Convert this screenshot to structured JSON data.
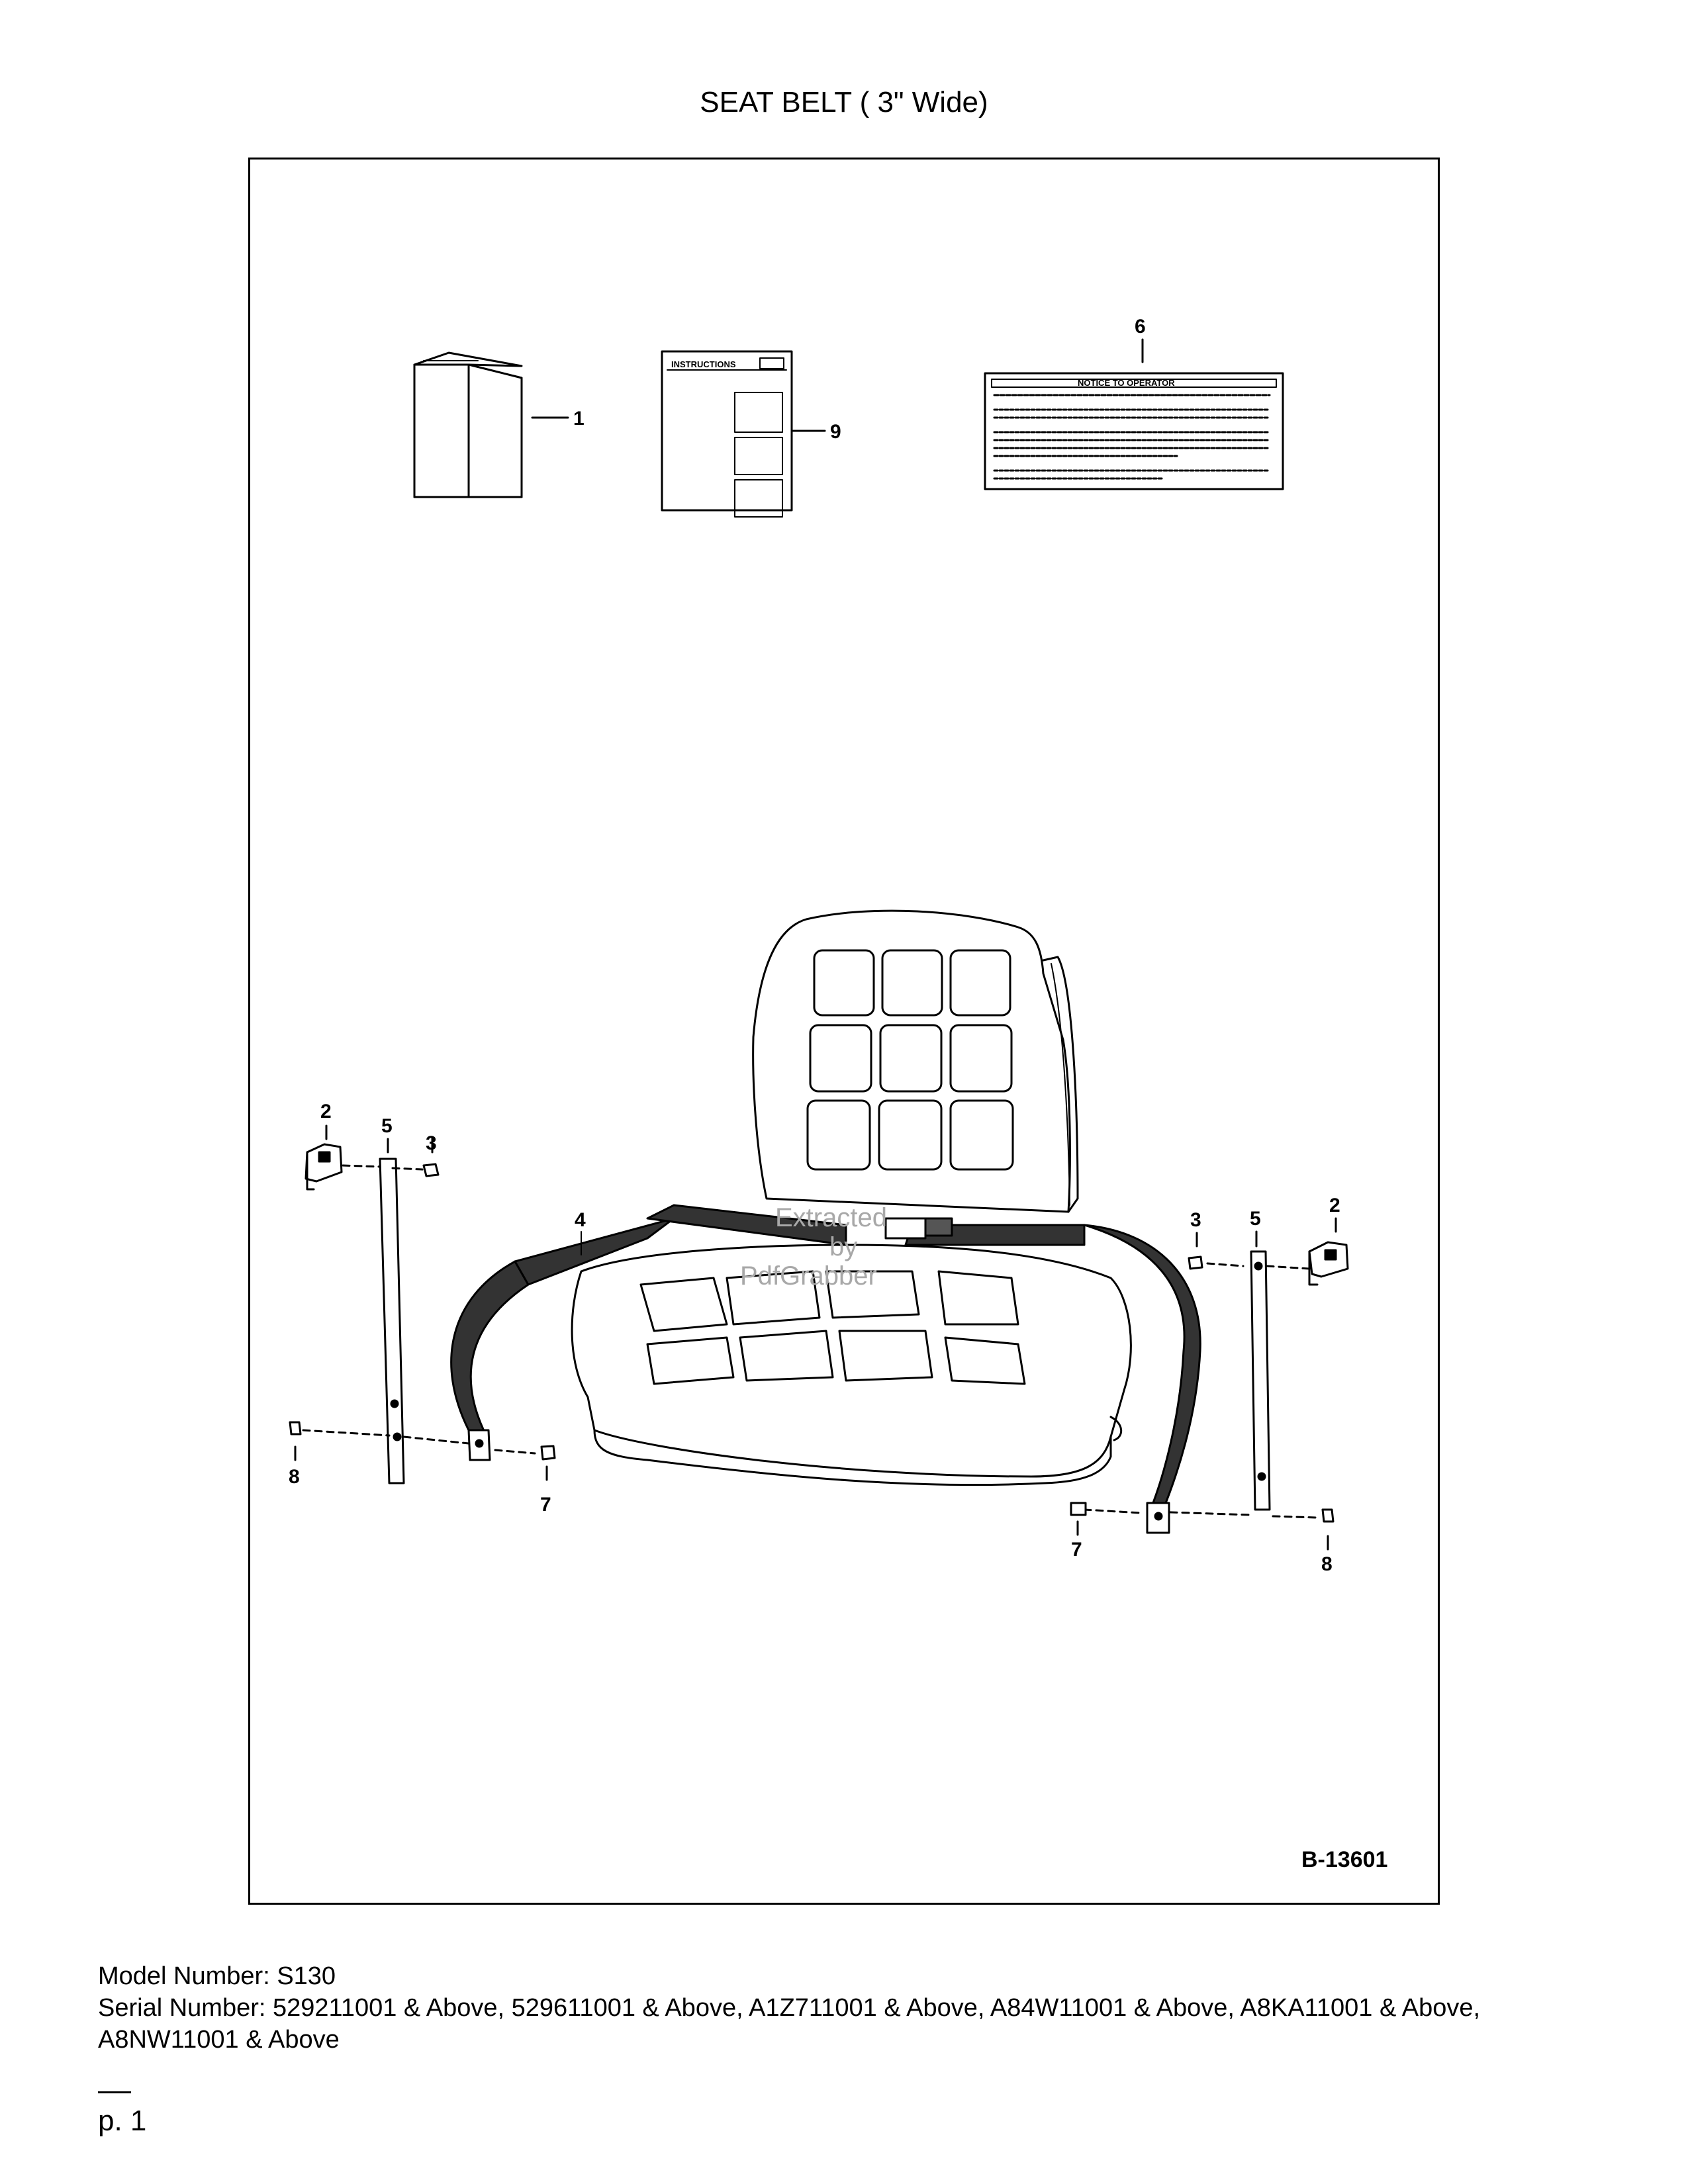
{
  "title": "SEAT BELT ( 3\" Wide)",
  "figure": {
    "id": "B-13601",
    "callouts": {
      "c1": "1",
      "c9": "9",
      "c6": "6",
      "c4": "4",
      "c2_left": "2",
      "c5_left": "5",
      "c3_left": "3",
      "c8_left": "8",
      "c7_left": "7",
      "c3_right": "3",
      "c5_right": "5",
      "c2_right": "2",
      "c7_right": "7",
      "c8_right": "8"
    },
    "instructions_card_label": "INSTRUCTIONS",
    "decal_heading": "NOTICE TO OPERATOR",
    "watermark": [
      "Extracted",
      "by",
      "PdfGrabber"
    ]
  },
  "footer": {
    "model_line": "Model Number: S130",
    "serial_line": "Serial Number: 529211001 & Above, 529611001 & Above, A1Z711001 & Above, A84W11001 & Above, A8KA11001 & Above, A8NW11001 & Above"
  },
  "page_label": "p. 1"
}
